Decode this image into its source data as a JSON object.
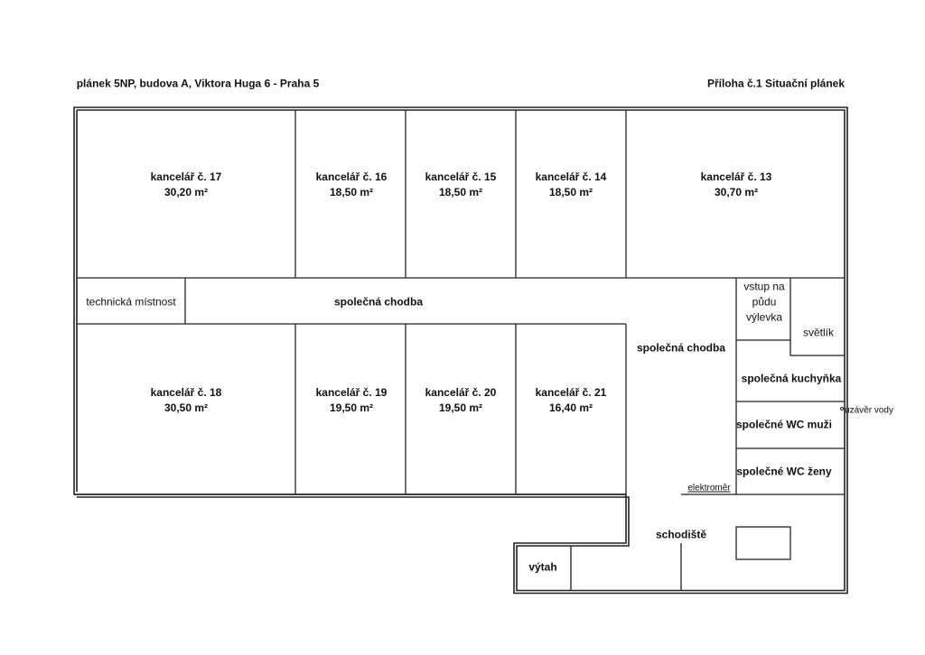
{
  "header": {
    "title": "plánek 5NP, budova A, Viktora Huga 6 - Praha 5",
    "attachment": "Příloha č.1 Situační plánek"
  },
  "rooms": {
    "k17": {
      "name": "kancelář č. 17",
      "area": "30,20 m²"
    },
    "k16": {
      "name": "kancelář č. 16",
      "area": "18,50 m²"
    },
    "k15": {
      "name": "kancelář č. 15",
      "area": "18,50 m²"
    },
    "k14": {
      "name": "kancelář č. 14",
      "area": "18,50 m²"
    },
    "k13": {
      "name": "kancelář č. 13",
      "area": "30,70 m²"
    },
    "k18": {
      "name": "kancelář č. 18",
      "area": "30,50 m²"
    },
    "k19": {
      "name": "kancelář č. 19",
      "area": "19,50 m²"
    },
    "k20": {
      "name": "kancelář č. 20",
      "area": "19,50 m²"
    },
    "k21": {
      "name": "kancelář č. 21",
      "area": "16,40 m²"
    },
    "technical": "technická místnost",
    "corridor1": "společná chodba",
    "corridor2": "společná chodba",
    "attic": [
      "vstup na",
      "půdu",
      "výlevka"
    ],
    "skylight": "světlík",
    "kitchen": "společná kuchyňka",
    "wc_men": "společné WC muži",
    "wc_women": "společné WC ženy",
    "stairs": "schodiště",
    "elevator": "výtah"
  },
  "annotations": {
    "water_valve": "uzávěr vody",
    "meter": "elektroměr"
  }
}
